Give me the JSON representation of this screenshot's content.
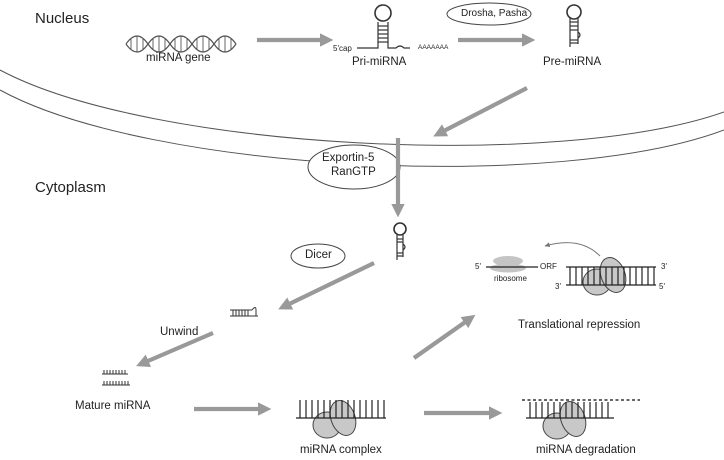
{
  "regions": {
    "nucleus": "Nucleus",
    "cytoplasm": "Cytoplasm"
  },
  "stages": {
    "mirna_gene": "miRNA gene",
    "pri_mirna": "Pri-miRNA",
    "pre_mirna": "Pre-miRNA",
    "mature_mirna": "Mature miRNA",
    "mirna_complex": "miRNA complex",
    "translational_repression": "Translational repression",
    "mirna_degradation": "miRNA degradation"
  },
  "enzymes": {
    "drosha_pasha": "Drosha, Pasha",
    "exportin_line1": "Exportin-5",
    "exportin_line2": "RanGTP",
    "dicer": "Dicer"
  },
  "steps": {
    "unwind": "Unwind"
  },
  "annotations": {
    "cap": "5'cap",
    "polya": "AAAAAAA",
    "five_prime": "5'",
    "three_prime": "3'",
    "orf": "ORF",
    "ribosome": "ribosome"
  },
  "colors": {
    "arrow": "#999999",
    "line": "#555555",
    "protein_fill": "#c8c8c8",
    "ribosome_fill": "#c4c4c4"
  }
}
